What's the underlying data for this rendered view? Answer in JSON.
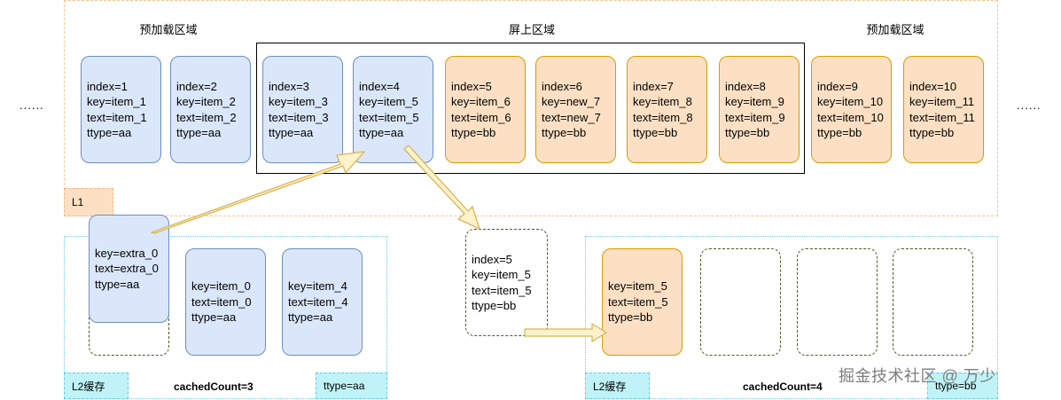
{
  "ellipsis_left": "......",
  "ellipsis_right": "......",
  "l1": {
    "label": "L1",
    "header_left": "预加载区域",
    "header_center": "屏上区域",
    "header_right": "预加载区域",
    "cards": [
      {
        "lines": [
          "index=1",
          "key=item_1",
          "text=item_1",
          "ttype=aa"
        ],
        "style": "blue"
      },
      {
        "lines": [
          "index=2",
          "key=item_2",
          "text=item_2",
          "ttype=aa"
        ],
        "style": "blue"
      },
      {
        "lines": [
          "index=3",
          "key=item_3",
          "text=item_3",
          "ttype=aa"
        ],
        "style": "blue"
      },
      {
        "lines": [
          "index=4",
          "key=item_5",
          "text=item_5",
          "ttype=aa"
        ],
        "style": "blue"
      },
      {
        "lines": [
          "index=5",
          "key=item_6",
          "text=item_6",
          "ttype=bb"
        ],
        "style": "orange"
      },
      {
        "lines": [
          "index=6",
          "key=new_7",
          "text=new_7",
          "ttype=bb"
        ],
        "style": "orange"
      },
      {
        "lines": [
          "index=7",
          "key=item_8",
          "text=item_8",
          "ttype=bb"
        ],
        "style": "orange"
      },
      {
        "lines": [
          "index=8",
          "key=item_9",
          "text=item_9",
          "ttype=bb"
        ],
        "style": "orange"
      },
      {
        "lines": [
          "index=9",
          "key=item_10",
          "text=item_10",
          "ttype=bb"
        ],
        "style": "orange"
      },
      {
        "lines": [
          "index=10",
          "key=item_11",
          "text=item_11",
          "ttype=bb"
        ],
        "style": "orange"
      }
    ]
  },
  "l2_left": {
    "label": "L2缓存",
    "cached_count": "cachedCount=3",
    "type_tag": "ttype=aa",
    "floating_card": {
      "lines": [
        "key=extra_0",
        "text=extra_0",
        "ttype=aa"
      ]
    },
    "cards": [
      {
        "lines": [
          "key=item_0",
          "text=item_0",
          "ttype=aa"
        ]
      },
      {
        "lines": [
          "key=item_4",
          "text=item_4",
          "ttype=aa"
        ]
      }
    ]
  },
  "transit_card": {
    "lines": [
      "index=5",
      "key=item_5",
      "text=item_5",
      "ttype=bb"
    ]
  },
  "l2_right": {
    "label": "L2缓存",
    "cached_count": "cachedCount=4",
    "type_tag": "ttype=bb",
    "cards": [
      {
        "lines": [
          "key=item_5",
          "text=item_5",
          "ttype=bb"
        ]
      }
    ]
  },
  "watermark": "掘金技术社区 @ 万少",
  "colors": {
    "blue_fill": "#dae7fb",
    "blue_stroke": "#6d8ebf",
    "orange_fill": "#fde0c3",
    "orange_stroke": "#d79b00",
    "arrow_fill": "#fff2cc",
    "arrow_stroke": "#d6b656",
    "l1_border": "#f3c591",
    "l2_border": "#6ec7ef"
  }
}
